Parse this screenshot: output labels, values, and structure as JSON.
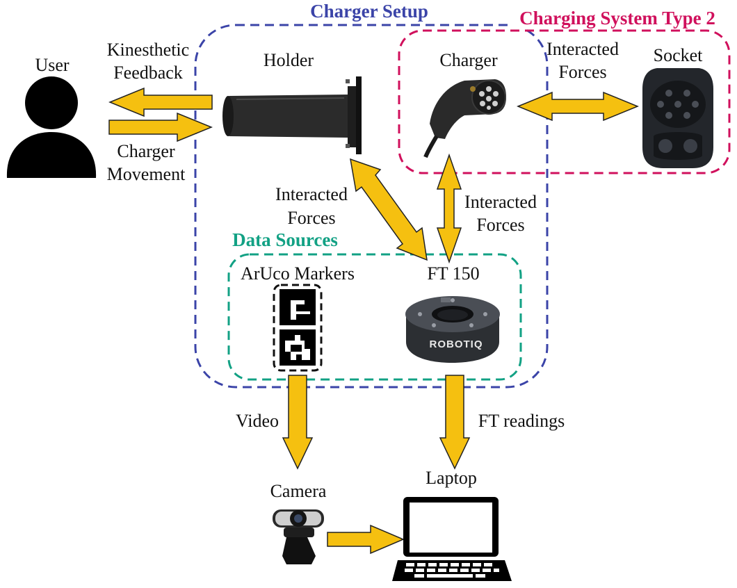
{
  "groups": {
    "charger_setup": "Charger Setup",
    "charging_system": "Charging System Type 2",
    "data_sources": "Data Sources"
  },
  "nodes": {
    "user": "User",
    "holder": "Holder",
    "charger": "Charger",
    "socket": "Socket",
    "aruco": "ArUco Markers",
    "ft150": "FT 150",
    "camera": "Camera",
    "laptop": "Laptop"
  },
  "edges": {
    "kinesthetic_1": "Kinesthetic",
    "kinesthetic_2": "Feedback",
    "movement_1": "Charger",
    "movement_2": "Movement",
    "interacted_top_1": "Interacted",
    "interacted_top_2": "Forces",
    "interacted_left_1": "Interacted",
    "interacted_left_2": "Forces",
    "interacted_right_1": "Interacted",
    "interacted_right_2": "Forces",
    "video": "Video",
    "ft_readings": "FT readings"
  },
  "logo_text": "ROBOTIQ",
  "colors": {
    "charger_setup": "#3b44a8",
    "charging_system": "#d0105c",
    "data_sources": "#12a184",
    "arrow_fill": "#f5c010",
    "arrow_stroke": "#222222"
  }
}
